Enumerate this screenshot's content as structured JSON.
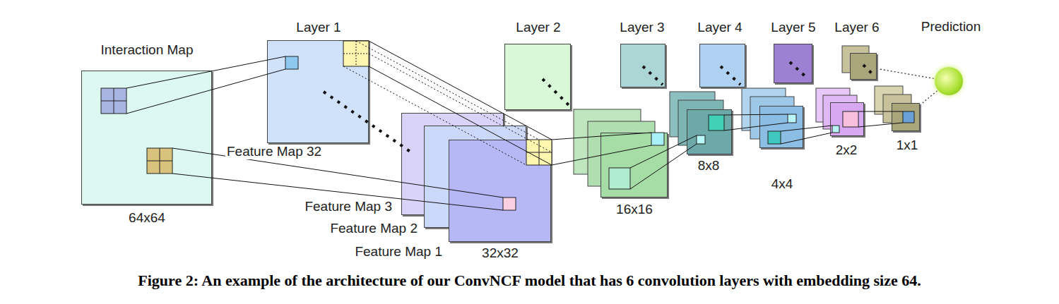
{
  "diagram": {
    "caption": "Figure 2: An example of the architecture of our ConvNCF model that has 6 convolution layers with embedding size 64.",
    "nodes": [
      {
        "text": [
          "Interaction Map",
          "64x64"
        ]
      },
      {
        "text": [
          "Layer 1",
          "Feature Map 32"
        ]
      },
      {
        "text": [
          "Feature Map 3"
        ]
      },
      {
        "text": [
          "Feature Map 2"
        ]
      },
      {
        "text": [
          "Feature Map 1",
          "32x32"
        ]
      },
      {
        "text": [
          "Layer 2"
        ]
      },
      {
        "text": [
          "16x16"
        ]
      },
      {
        "text": [
          "Layer 3"
        ]
      },
      {
        "text": [
          "8x8"
        ]
      },
      {
        "text": [
          "Layer 4"
        ]
      },
      {
        "text": [
          "4x4"
        ]
      },
      {
        "text": [
          "Layer 5"
        ]
      },
      {
        "text": [
          "2x2"
        ]
      },
      {
        "text": [
          "Layer 6"
        ]
      },
      {
        "text": [
          "1x1"
        ]
      },
      {
        "text": [
          "Prediction"
        ]
      }
    ],
    "edges": [
      {
        "from": 13,
        "to": 15,
        "arrow": "none"
      },
      {
        "from": 14,
        "to": 15,
        "arrow": "none"
      }
    ]
  }
}
